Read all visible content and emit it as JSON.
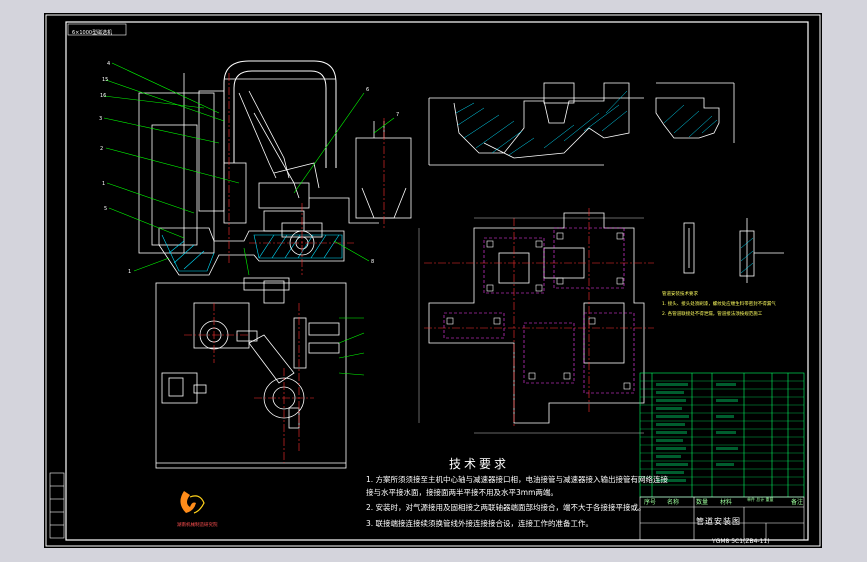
{
  "tech_requirements": {
    "title": "技术要求",
    "items": [
      "1. 方案所须须接至主机中心轴与减速器接口相，电油接管与减速器接入输出接管有网络连接",
      "接与水平接水面，接接面两半平接不用及水平3mm两端。",
      "2. 安装时，对气源接用及固相接之两联轴器端面部均接合，端不大于各接接平接或。",
      "3. 联接端接连接续须换管线外接连接接合设，连接工作的准备工作。"
    ]
  },
  "title_block": {
    "drawing_title": "管道安装图",
    "drawing_number": "YGM8 5C1(ZB4-11)",
    "sheet_label": "6×1000型磁选机",
    "headers": [
      "序号",
      "名称",
      "数量",
      "材料",
      "单件 总计 重量",
      "备注"
    ]
  },
  "logo": {
    "caption": "湖南机械制造研究院"
  },
  "notes_yellow": [
    "管道安装技术要求",
    "1. 接头、接头处须刷漆，螺纹处应缠生料带密封不得漏气",
    "2. 各管道联接处不得泄漏，管道接法须按规范施工"
  ],
  "colors": {
    "background": "#d4d4dc",
    "sheet": "#000000",
    "frame": "#ffffff",
    "main_lines": "#ffffff",
    "leaders": "#00ff00",
    "center_lines": "#ff3030",
    "hidden_lines": "#ff40ff",
    "hatch": "#00e0ff",
    "notes": "#ffff60",
    "table": "#00ff66"
  }
}
